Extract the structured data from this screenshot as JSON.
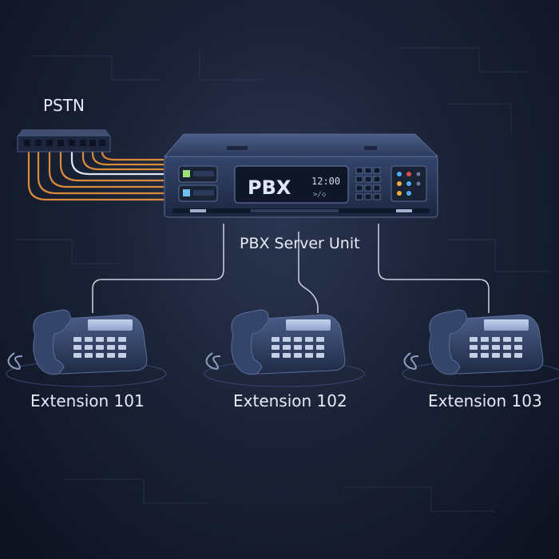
{
  "pstn": {
    "label": "PSTN"
  },
  "server": {
    "display_text": "PBX",
    "clock": "12:00",
    "status_glyph": ">/◇",
    "label": "PBX Server Unit"
  },
  "extensions": [
    {
      "label": "Extension 101"
    },
    {
      "label": "Extension 102"
    },
    {
      "label": "Extension 103"
    }
  ],
  "colors": {
    "background": "#1a2236",
    "chassis": "#2b3a5a",
    "display": "#b9c8e6",
    "cable_orange": "#d98a3a",
    "cable_white": "#dfe6f2",
    "phone_body": "#35456a",
    "link_line": "#c9d2e2"
  },
  "icons": [
    "pstn-patch-panel-icon",
    "pbx-server-icon",
    "desk-phone-icon"
  ]
}
